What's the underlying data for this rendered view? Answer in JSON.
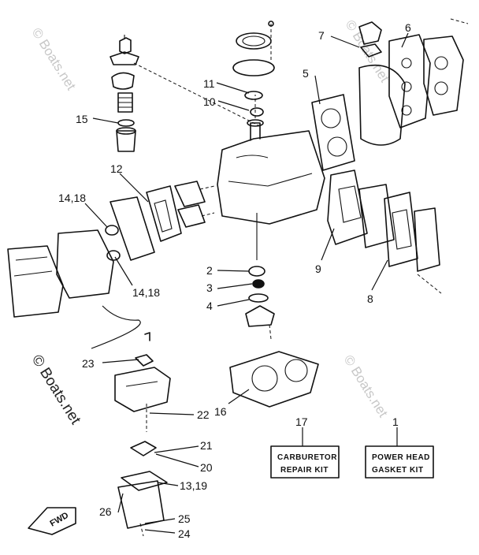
{
  "watermarks": {
    "top_left": "© Boats.net",
    "top_right": "© Boats.net",
    "mid_left": "© Boats.net",
    "mid_right": "© Boats.net"
  },
  "callouts": {
    "c1": "1",
    "c2": "2",
    "c3": "3",
    "c4": "4",
    "c5": "5",
    "c6": "6",
    "c7": "7",
    "c8": "8",
    "c9": "9",
    "c10": "10",
    "c11": "11",
    "c12": "12",
    "c14_18_a": "14,18",
    "c14_18_b": "14,18",
    "c15": "15",
    "c16": "16",
    "c17": "17",
    "c20": "20",
    "c21": "21",
    "c22": "22",
    "c23": "23",
    "c24": "24",
    "c25": "25",
    "c26": "26",
    "c13_19": "13,19"
  },
  "kits": {
    "carburetor_line1": "CARBURETOR",
    "carburetor_line2": "REPAIR KIT",
    "powerhead_line1": "POWER HEAD",
    "powerhead_line2": "GASKET KIT"
  },
  "direction_marker": "FWD"
}
